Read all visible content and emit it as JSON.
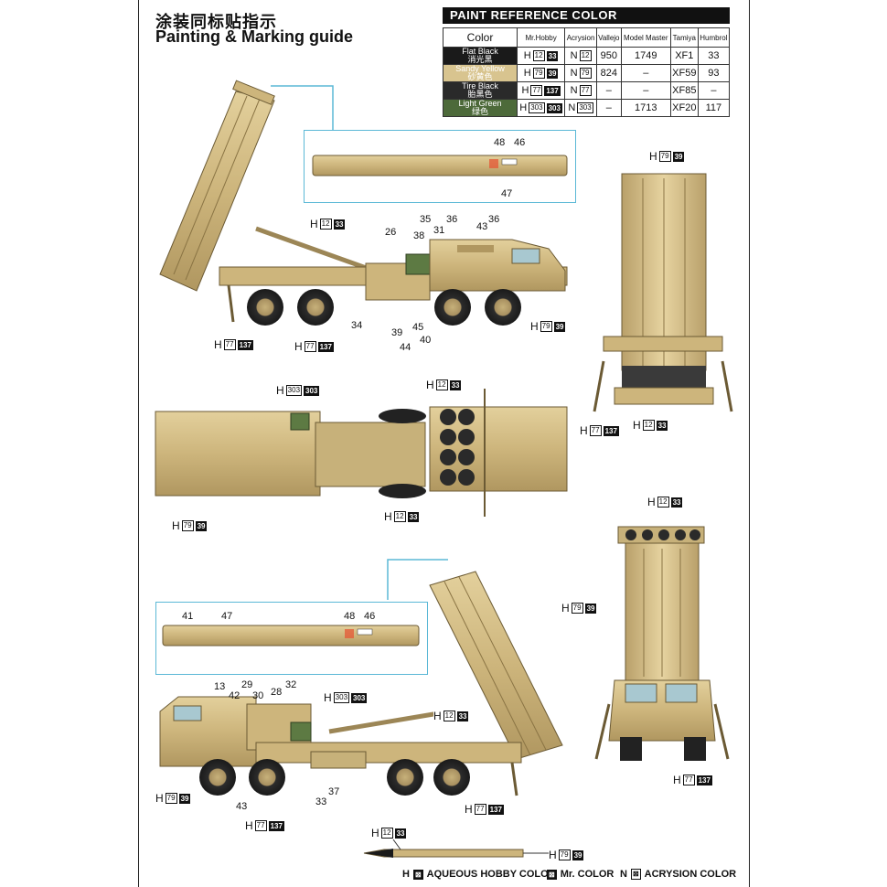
{
  "header": {
    "title_cn": "涂装同标贴指示",
    "title_en": "Painting & Marking guide"
  },
  "paint_table": {
    "title": "PAINT  REFERENCE COLOR",
    "columns": [
      "Color",
      "Mr.Hobby",
      "Acrysion",
      "Vallejo",
      "Model Master",
      "Tamiya",
      "Humbrol"
    ],
    "rows": [
      {
        "name": "Flat Black",
        "name_cn": "消光黑",
        "swatch": "#1a1a1a",
        "mrhobby_h": "12",
        "mrhobby_code": "33",
        "acrysion": "12",
        "vallejo": "950",
        "model_master": "1749",
        "tamiya": "XF1",
        "humbrol": "33"
      },
      {
        "name": "Sandy Yellow",
        "name_cn": "砂黄色",
        "swatch": "#d8c48f",
        "mrhobby_h": "79",
        "mrhobby_code": "39",
        "acrysion": "79",
        "vallejo": "824",
        "model_master": "–",
        "tamiya": "XF59",
        "humbrol": "93"
      },
      {
        "name": "Tire Black",
        "name_cn": "胎黑色",
        "swatch": "#2a2a2a",
        "mrhobby_h": "77",
        "mrhobby_code": "137",
        "acrysion": "77",
        "vallejo": "–",
        "model_master": "–",
        "tamiya": "XF85",
        "humbrol": "–"
      },
      {
        "name": "Light Green",
        "name_cn": "绿色",
        "swatch": "#4d6a3a",
        "mrhobby_h": "303",
        "mrhobby_code": "303",
        "acrysion": "303",
        "vallejo": "–",
        "model_master": "1713",
        "tamiya": "XF20",
        "humbrol": "117"
      }
    ]
  },
  "callouts": {
    "h": "H",
    "c1": {
      "a": "12",
      "b": "33"
    },
    "c2": {
      "a": "77",
      "b": "137"
    },
    "c3": {
      "a": "77",
      "b": "137"
    },
    "c4": {
      "a": "79",
      "b": "39"
    },
    "c5": {
      "a": "79",
      "b": "39"
    },
    "c6": {
      "a": "77",
      "b": "137"
    },
    "c7": {
      "a": "12",
      "b": "33"
    },
    "c8": {
      "a": "303",
      "b": "303"
    },
    "c9": {
      "a": "12",
      "b": "33"
    },
    "c10": {
      "a": "79",
      "b": "39"
    },
    "c11": {
      "a": "12",
      "b": "33"
    },
    "c12": {
      "a": "12",
      "b": "33"
    },
    "c13": {
      "a": "79",
      "b": "39"
    },
    "c14": {
      "a": "303",
      "b": "303"
    },
    "c15": {
      "a": "12",
      "b": "33"
    },
    "c16": {
      "a": "79",
      "b": "39"
    },
    "c17": {
      "a": "77",
      "b": "137"
    },
    "c18": {
      "a": "77",
      "b": "137"
    },
    "c19": {
      "a": "77",
      "b": "137"
    },
    "c20": {
      "a": "12",
      "b": "33"
    },
    "c21": {
      "a": "79",
      "b": "39"
    }
  },
  "part_numbers": {
    "d1_48": "48",
    "d1_46": "46",
    "d1_47": "47",
    "t_26": "26",
    "t_35": "35",
    "t_36a": "36",
    "t_38": "38",
    "t_31": "31",
    "t_43": "43",
    "t_36b": "36",
    "t_34": "34",
    "t_39": "39",
    "t_45": "45",
    "t_44": "44",
    "t_40": "40",
    "d2_41": "41",
    "d2_47": "47",
    "d2_48": "48",
    "d2_46": "46",
    "b_13": "13",
    "b_29": "29",
    "b_32": "32",
    "b_42": "42",
    "b_30": "30",
    "b_28": "28",
    "b_43": "43",
    "b_37": "37",
    "b_33": "33"
  },
  "legend": {
    "aqueous": "AQUEOUS HOBBY COLOR",
    "mr": "Mr. COLOR",
    "acrysion": "ACRYSION COLOR",
    "h": "H",
    "n": "N"
  }
}
